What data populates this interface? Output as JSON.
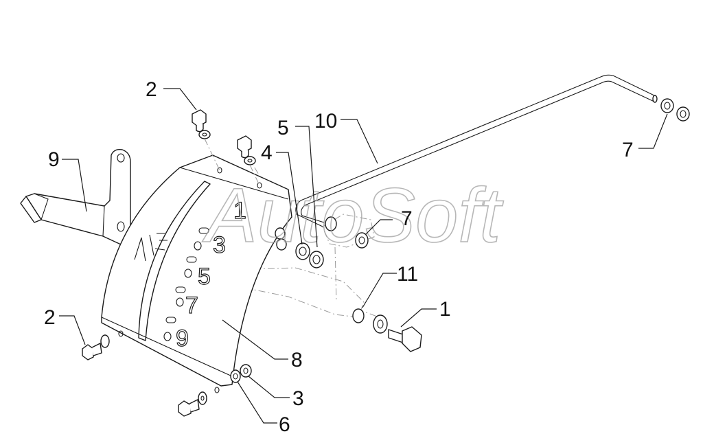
{
  "watermark": "AutoSoft",
  "gate_numbers": [
    "1",
    "3",
    "5",
    "7",
    "9"
  ],
  "callouts": {
    "c1": "1",
    "c2a": "2",
    "c2b": "2",
    "c3": "3",
    "c4": "4",
    "c5": "5",
    "c6": "6",
    "c7a": "7",
    "c7b": "7",
    "c8": "8",
    "c9": "9",
    "c10": "10",
    "c11": "11"
  }
}
